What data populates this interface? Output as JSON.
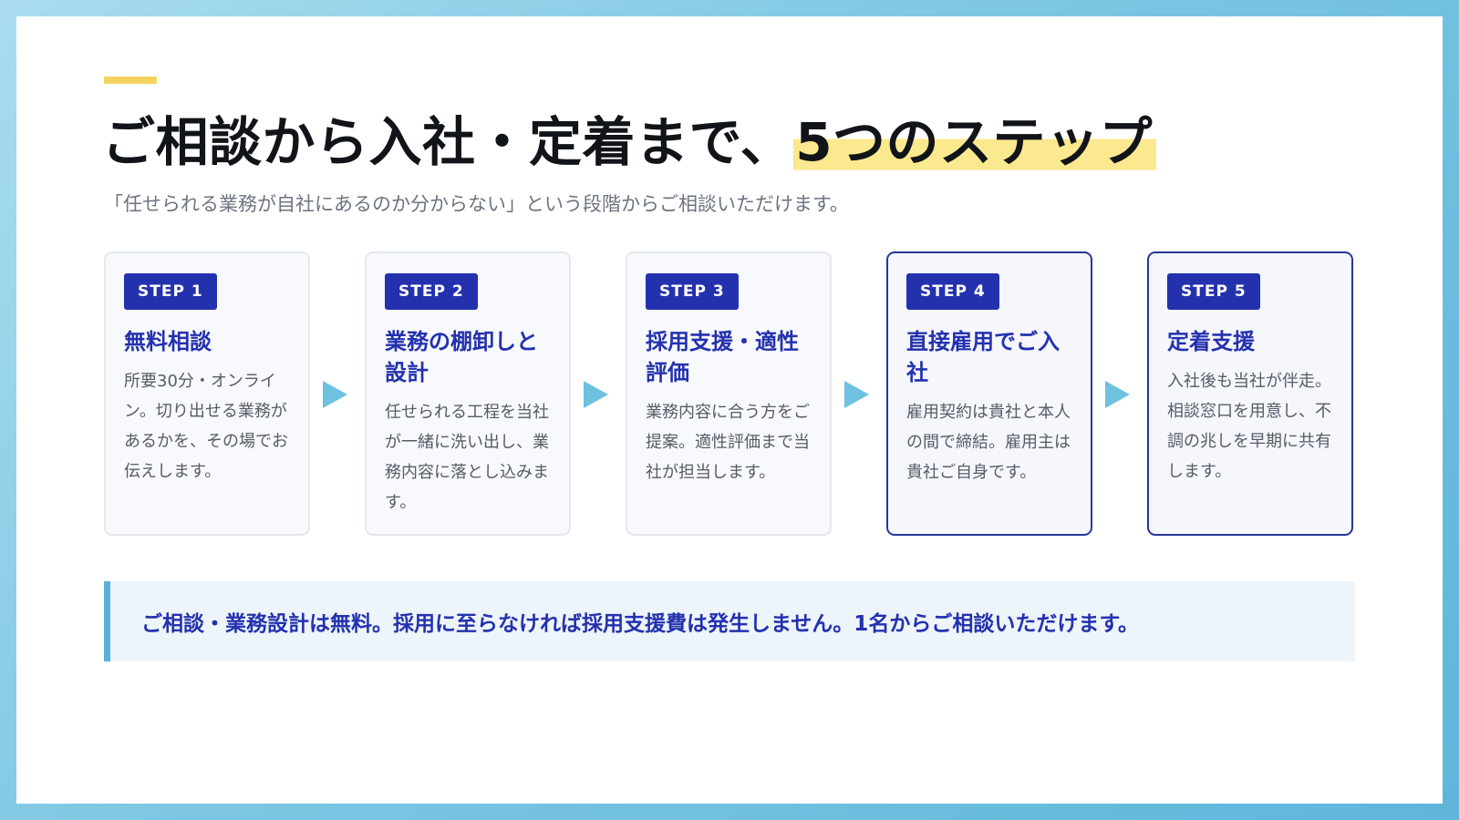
{
  "header": {
    "title_main": "ご相談から入社・定着まで、",
    "title_highlight": "5つのステップ",
    "subtitle": "「任せられる業務が自社にあるのか分からない」という段階からご相談いただけます。"
  },
  "steps": [
    {
      "badge": "STEP 1",
      "title": "無料相談",
      "desc": "所要30分・オンライン。切り出せる業務があるかを、その場でお伝えします。",
      "highlighted": false
    },
    {
      "badge": "STEP 2",
      "title": "業務の棚卸しと設計",
      "desc": "任せられる工程を当社が一緒に洗い出し、業務内容に落とし込みます。",
      "highlighted": false
    },
    {
      "badge": "STEP 3",
      "title": "採用支援・適性評価",
      "desc": "業務内容に合う方をご提案。適性評価まで当社が担当します。",
      "highlighted": false
    },
    {
      "badge": "STEP 4",
      "title": "直接雇用でご入社",
      "desc": "雇用契約は貴社と本人の間で締結。雇用主は貴社ご自身です。",
      "highlighted": true
    },
    {
      "badge": "STEP 5",
      "title": "定着支援",
      "desc": "入社後も当社が伴走。相談窓口を用意し、不調の兆しを早期に共有します。",
      "highlighted": true
    }
  ],
  "note": {
    "text": "ご相談・業務設計は無料。採用に至らなければ採用支援費は発生しません。1名からご相談いただけます。"
  },
  "colors": {
    "accent_yellow": "#f4d35e",
    "highlight_yellow": "#fbe98f",
    "brand_navy": "#2431ae",
    "arrow_blue": "#6fc1e0",
    "note_bar_blue": "#58b2dc"
  },
  "icons": {
    "step_arrow": "triangle-right-icon"
  }
}
